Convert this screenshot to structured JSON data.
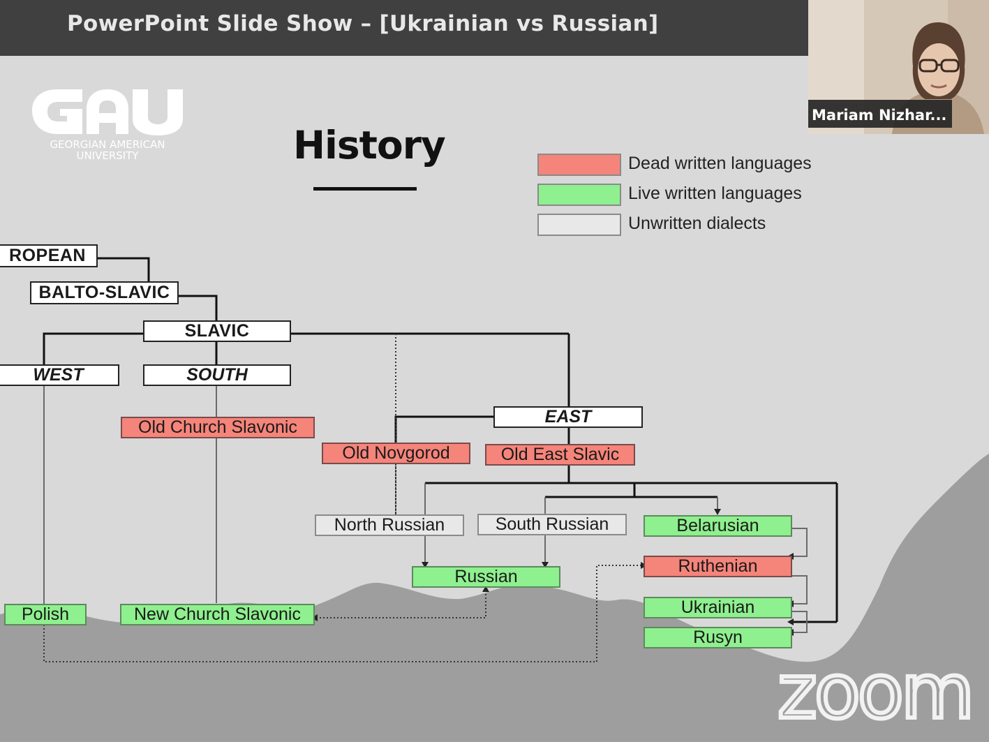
{
  "window": {
    "title": "PowerPoint Slide Show – [Ukrainian vs Russian]"
  },
  "logo": {
    "mark": "GAU",
    "line1": "GEORGIAN AMERICAN",
    "line2": "UNIVERSITY"
  },
  "slide": {
    "title": "History"
  },
  "legend": [
    {
      "label": "Dead written languages",
      "color": "#f5847a"
    },
    {
      "label": "Live written languages",
      "color": "#8ef08e"
    },
    {
      "label": "Unwritten dialects",
      "color": "#e8e8e8"
    }
  ],
  "tree": {
    "indo_european": "ROPEAN",
    "balto_slavic": "BALTO-SLAVIC",
    "slavic": "SLAVIC",
    "west": "WEST",
    "south": "SOUTH",
    "east": "EAST",
    "old_church_slavonic": "Old Church Slavonic",
    "old_novgorod": "Old Novgorod",
    "old_east_slavic": "Old East Slavic",
    "north_russian": "North Russian",
    "south_russian": "South Russian",
    "belarusian": "Belarusian",
    "ruthenian": "Ruthenian",
    "russian": "Russian",
    "ukrainian": "Ukrainian",
    "rusyn": "Rusyn",
    "polish": "Polish",
    "new_church_slavonic": "New Church Slavonic"
  },
  "participant": {
    "name": "Mariam Nizhar..."
  },
  "watermark": {
    "text": "zoom"
  }
}
